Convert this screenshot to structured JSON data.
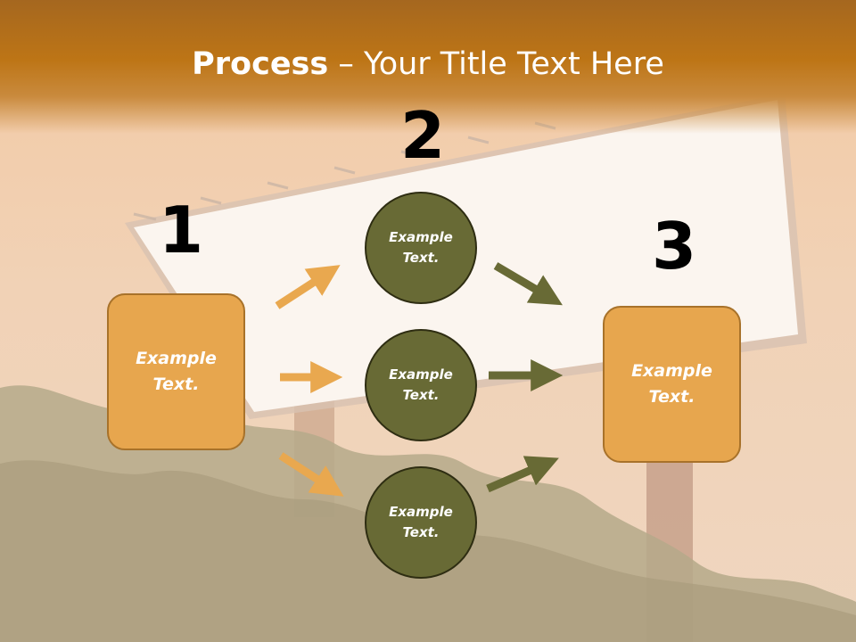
{
  "title": {
    "bold": "Process",
    "rest": " – Your Title Text Here"
  },
  "numbers": [
    "1",
    "2",
    "3"
  ],
  "box_left": {
    "line1": "Example",
    "line2": "Text."
  },
  "box_right": {
    "line1": "Example",
    "line2": "Text."
  },
  "circles": [
    {
      "line1": "Example",
      "line2": "Text."
    },
    {
      "line1": "Example",
      "line2": "Text."
    },
    {
      "line1": "Example",
      "line2": "Text."
    }
  ],
  "colors": {
    "title_band": "#bd7516",
    "box_fill": "#e7a64e",
    "circle_fill": "#686a35",
    "arrow_orange": "#e9a84f",
    "arrow_olive": "#686a35"
  }
}
